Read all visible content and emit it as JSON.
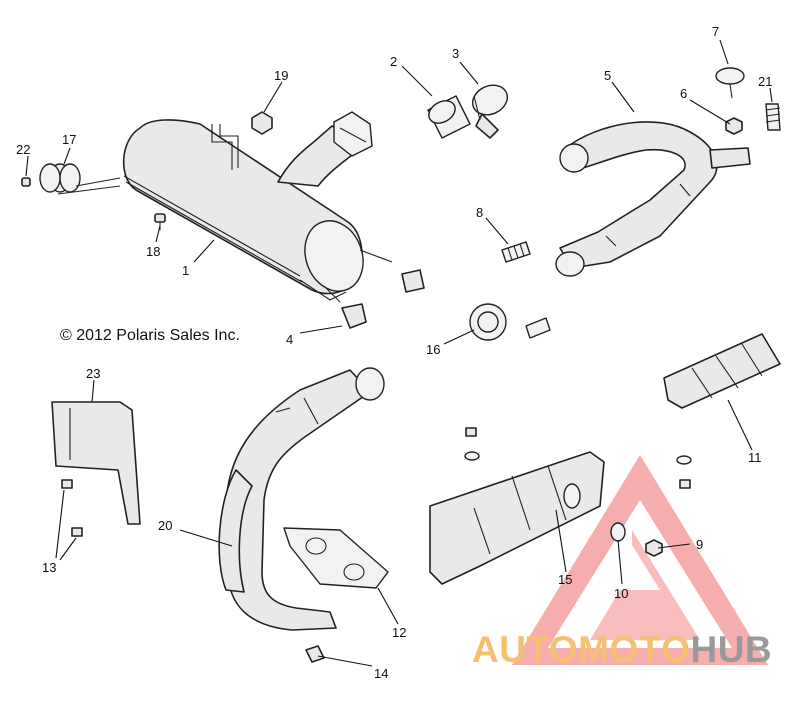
{
  "copyright": "© 2012 Polaris Sales Inc.",
  "callouts": [
    {
      "id": "1",
      "label": "1"
    },
    {
      "id": "2",
      "label": "2"
    },
    {
      "id": "3",
      "label": "3"
    },
    {
      "id": "4",
      "label": "4"
    },
    {
      "id": "5",
      "label": "5"
    },
    {
      "id": "6",
      "label": "6"
    },
    {
      "id": "7",
      "label": "7"
    },
    {
      "id": "8",
      "label": "8"
    },
    {
      "id": "9",
      "label": "9"
    },
    {
      "id": "10",
      "label": "10"
    },
    {
      "id": "11",
      "label": "11"
    },
    {
      "id": "12",
      "label": "12"
    },
    {
      "id": "13",
      "label": "13"
    },
    {
      "id": "14",
      "label": "14"
    },
    {
      "id": "15",
      "label": "15"
    },
    {
      "id": "16",
      "label": "16"
    },
    {
      "id": "17",
      "label": "17"
    },
    {
      "id": "18",
      "label": "18"
    },
    {
      "id": "19",
      "label": "19"
    },
    {
      "id": "20",
      "label": "20"
    },
    {
      "id": "21",
      "label": "21"
    },
    {
      "id": "22",
      "label": "22"
    },
    {
      "id": "23",
      "label": "23"
    }
  ],
  "watermark": {
    "part1": "AUTOMOTO",
    "part2": "HUB",
    "color_part1": "#f5c072",
    "color_part2": "#9a9a9a",
    "triangle_color": "#ef6b6b"
  }
}
